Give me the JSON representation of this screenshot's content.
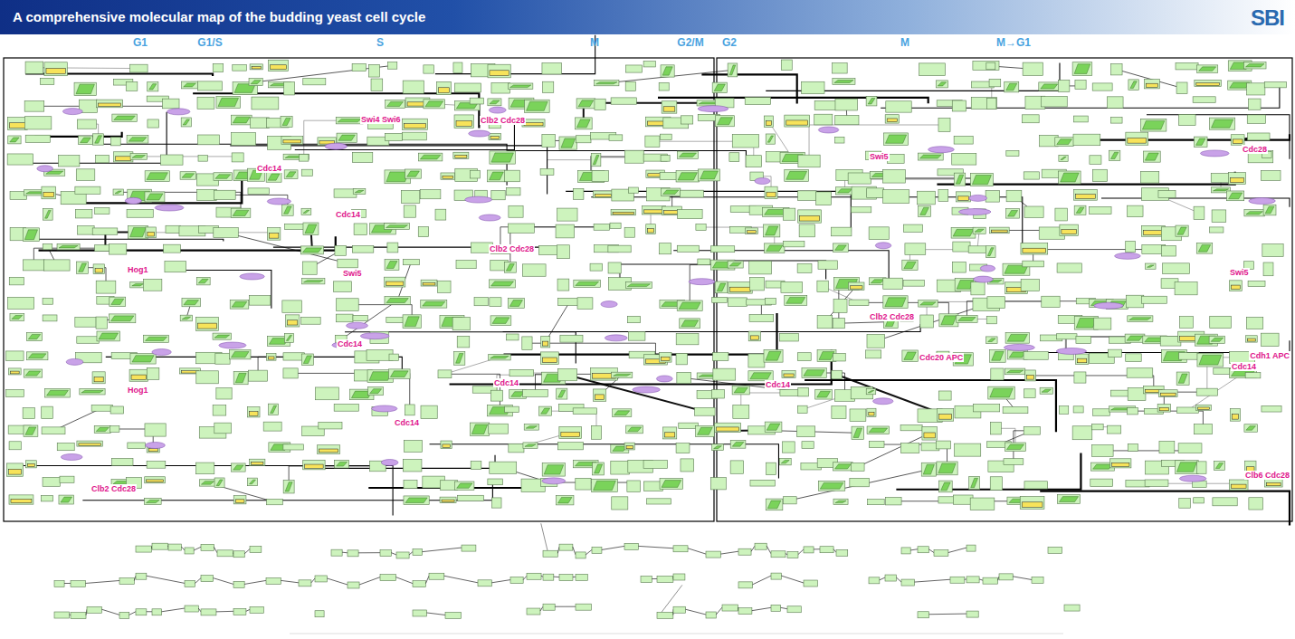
{
  "diagram": {
    "title": "A comprehensive molecular map of the budding yeast cell cycle",
    "labels": [
      "SBI",
      "G1",
      "G1/S",
      "S",
      "M",
      "G2/M",
      "G2",
      "M",
      "M→G1",
      "Swi4 Swi6",
      "Cdc14",
      "Clb2 Cdc28",
      "Cdc14",
      "Hog1",
      "Swi5",
      "Cdc14",
      "Cdc14",
      "Cdc14",
      "Hog1",
      "Clb2 Cdc28",
      "Clb2 Cdc28",
      "Clb2 Cdc28",
      "Swi5",
      "Cdc14",
      "Cdc14",
      "Swi5",
      "Cdc28",
      "Cdh1 APC",
      "Clb6 Cdc28",
      "Cdc20 APC"
    ]
  }
}
